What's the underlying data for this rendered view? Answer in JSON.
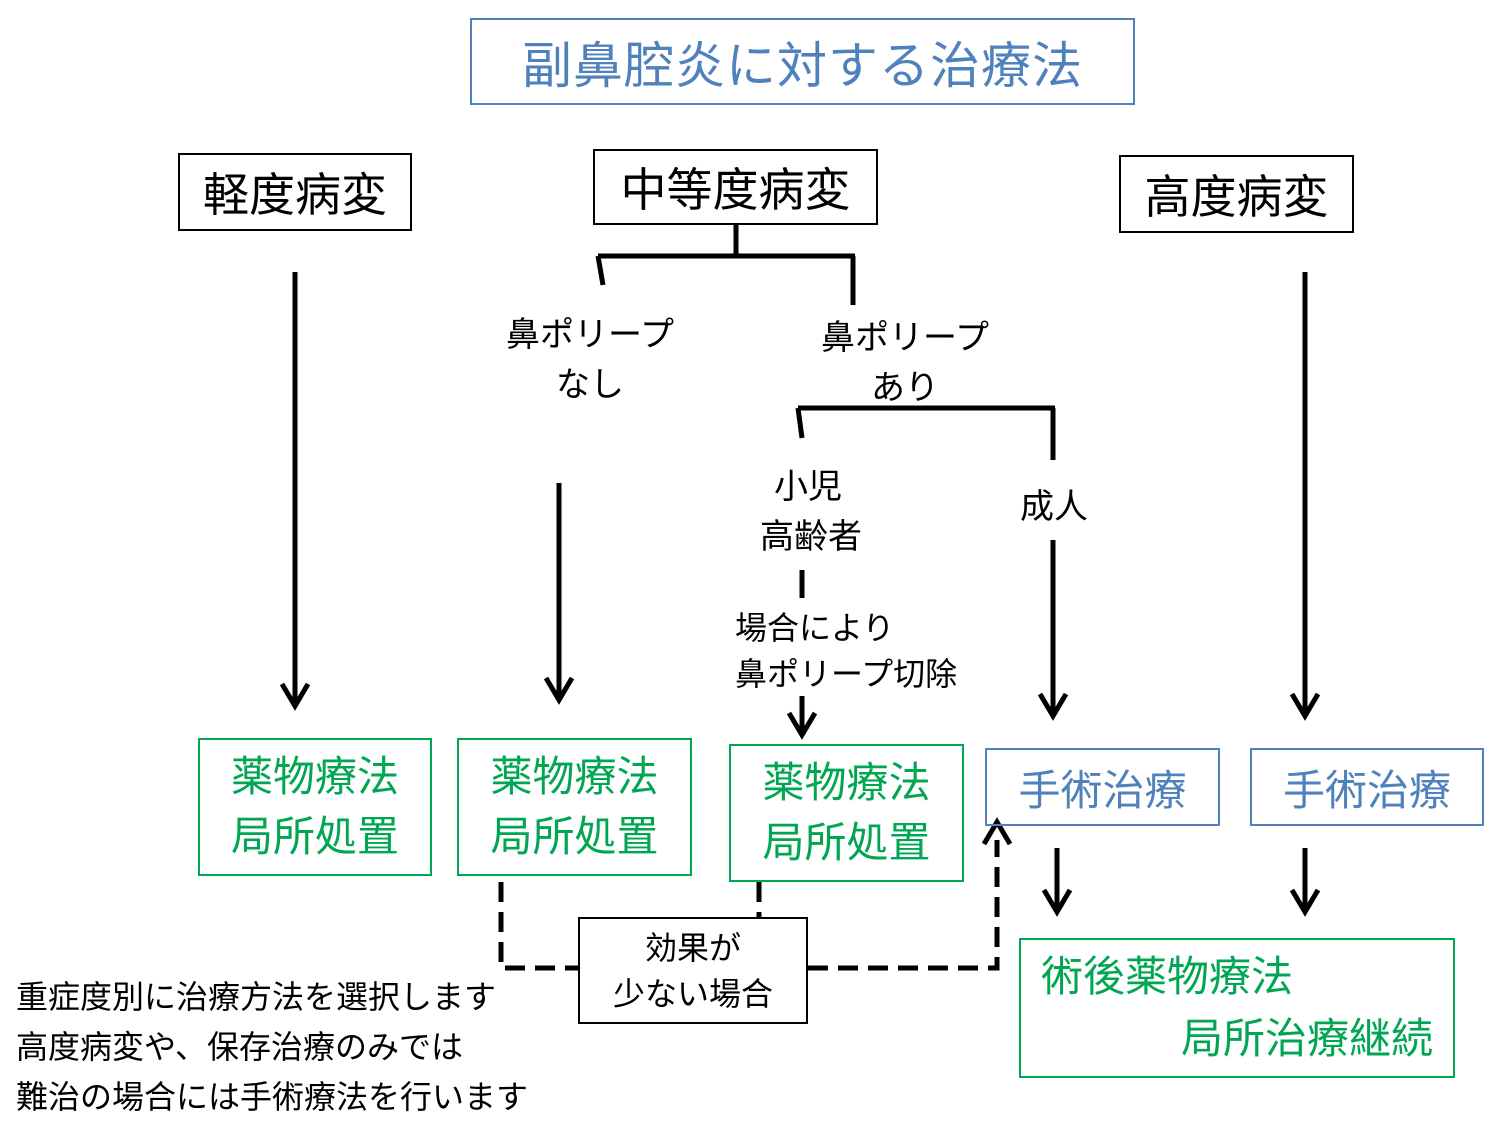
{
  "title": "副鼻腔炎に対する治療法",
  "severity": {
    "mild": "軽度病変",
    "moderate": "中等度病変",
    "severe": "高度病変"
  },
  "branches": {
    "no_polyp": [
      "鼻ポリープ",
      "なし"
    ],
    "polyp": [
      "鼻ポリープ",
      "あり"
    ],
    "child_elderly": [
      "小児",
      "高齢者"
    ],
    "adult": "成人",
    "conditional": [
      "場合により",
      "鼻ポリープ切除"
    ]
  },
  "treatments": {
    "medical_1": [
      "薬物療法",
      "局所処置"
    ],
    "medical_2": [
      "薬物療法",
      "局所処置"
    ],
    "medical_3": [
      "薬物療法",
      "局所処置"
    ],
    "surgery_1": "手術治療",
    "surgery_2": "手術治療",
    "post_op": [
      "術後薬物療法",
      "局所治療継続"
    ]
  },
  "effect_box": [
    "効果が",
    "少ない場合"
  ],
  "note": [
    "重症度別に治療方法を選択します",
    "高度病変や、保存治療のみでは",
    "難治の場合には手術療法を行います"
  ],
  "colors": {
    "blue": "#4f81bd",
    "green": "#00a651",
    "black": "#000000"
  }
}
